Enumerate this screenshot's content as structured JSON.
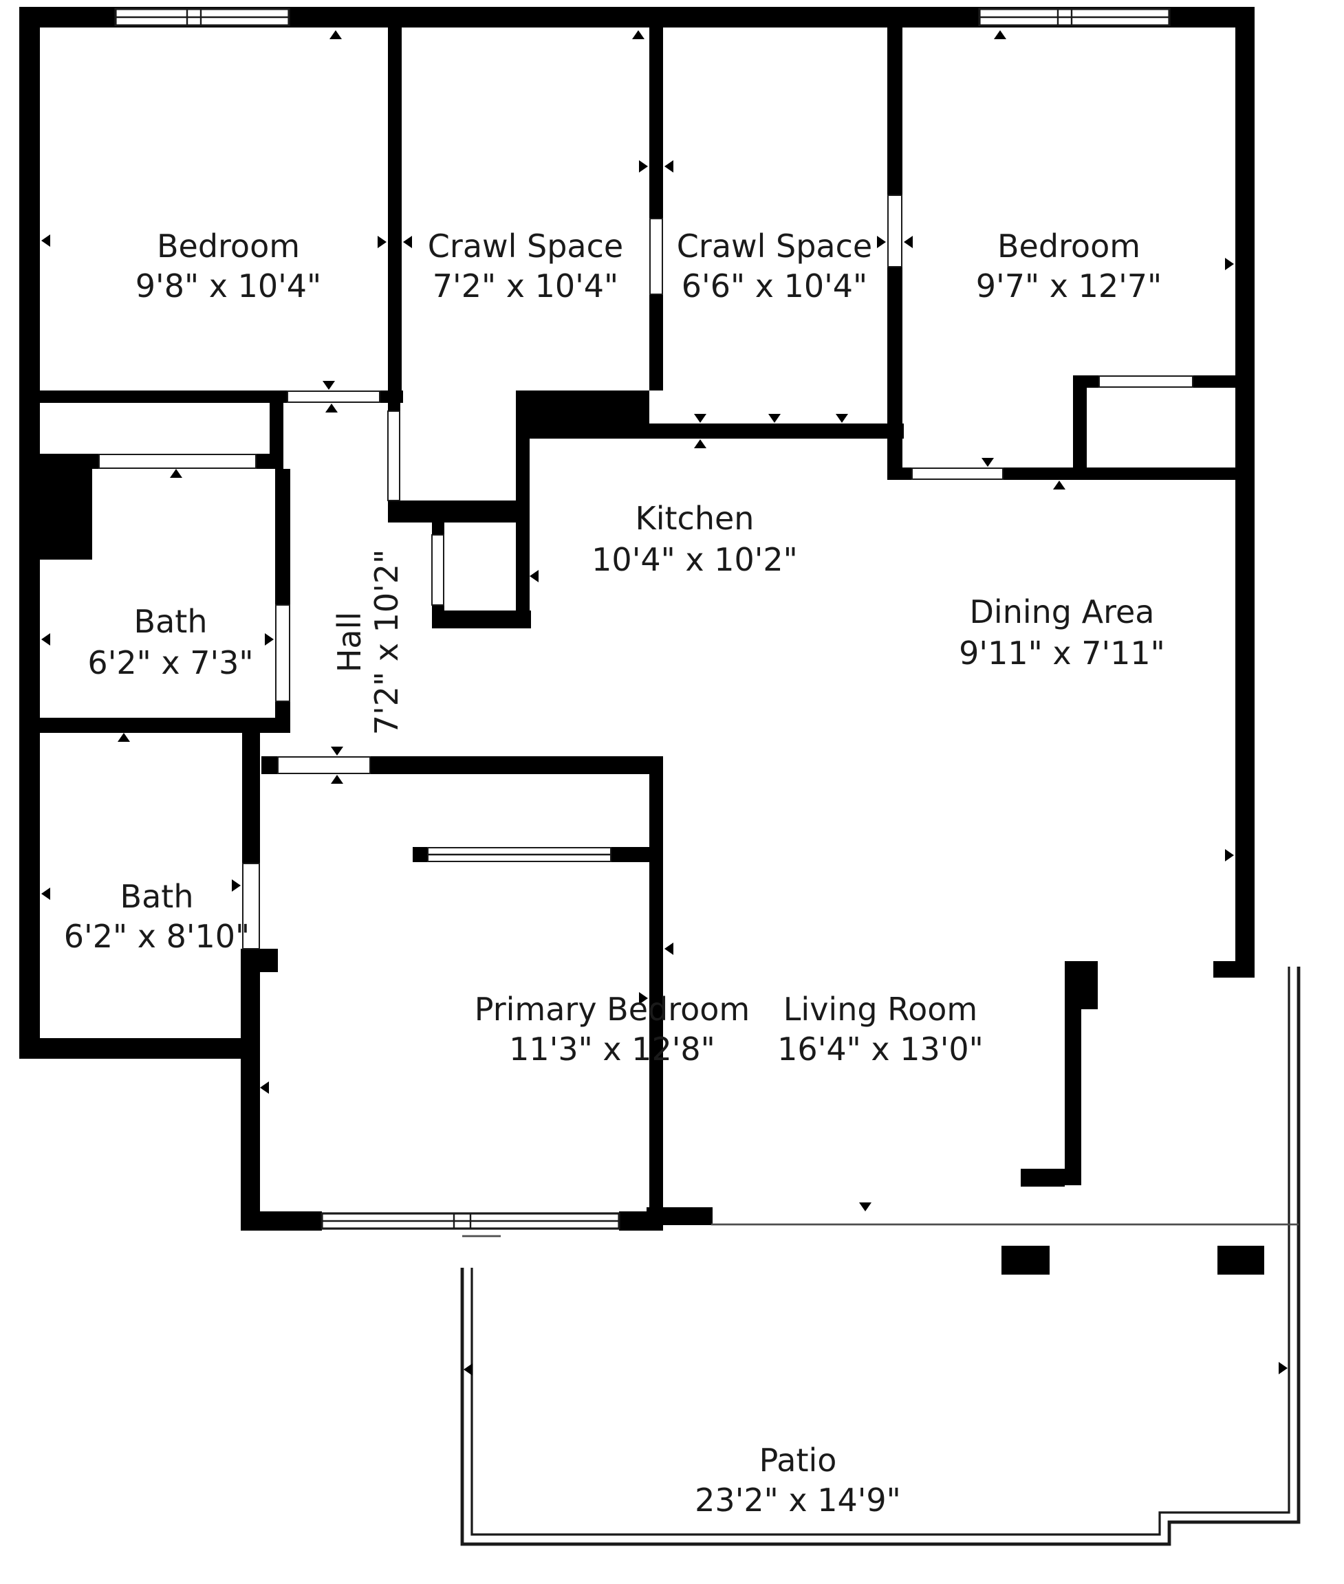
{
  "page": {
    "background_color": "#ffffff",
    "wall_color": "#000000",
    "text_color": "#1a1a1a"
  },
  "icons": {
    "door_tick": "dimension-arrow-icon",
    "description": "small solid triangles marking door openings and wall dimensions"
  },
  "rooms": [
    {
      "name": "Bedroom",
      "dims": "9'8\" x 10'4\""
    },
    {
      "name": "Crawl Space",
      "dims": "7'2\" x 10'4\""
    },
    {
      "name": "Crawl Space",
      "dims": "6'6\" x 10'4\""
    },
    {
      "name": "Bedroom",
      "dims": "9'7\" x 12'7\""
    },
    {
      "name": "Kitchen",
      "dims": "10'4\" x 10'2\""
    },
    {
      "name": "Dining Area",
      "dims": "9'11\" x 7'11\""
    },
    {
      "name": "Bath",
      "dims": "6'2\" x 7'3\""
    },
    {
      "name": "Hall",
      "dims": "7'2\" x 10'2\""
    },
    {
      "name": "Bath",
      "dims": "6'2\" x 8'10\""
    },
    {
      "name": "Primary Bedroom",
      "dims": "11'3\" x 12'8\""
    },
    {
      "name": "Living Room",
      "dims": "16'4\" x 13'0\""
    },
    {
      "name": "Patio",
      "dims": "23'2\" x 14'9\""
    }
  ]
}
